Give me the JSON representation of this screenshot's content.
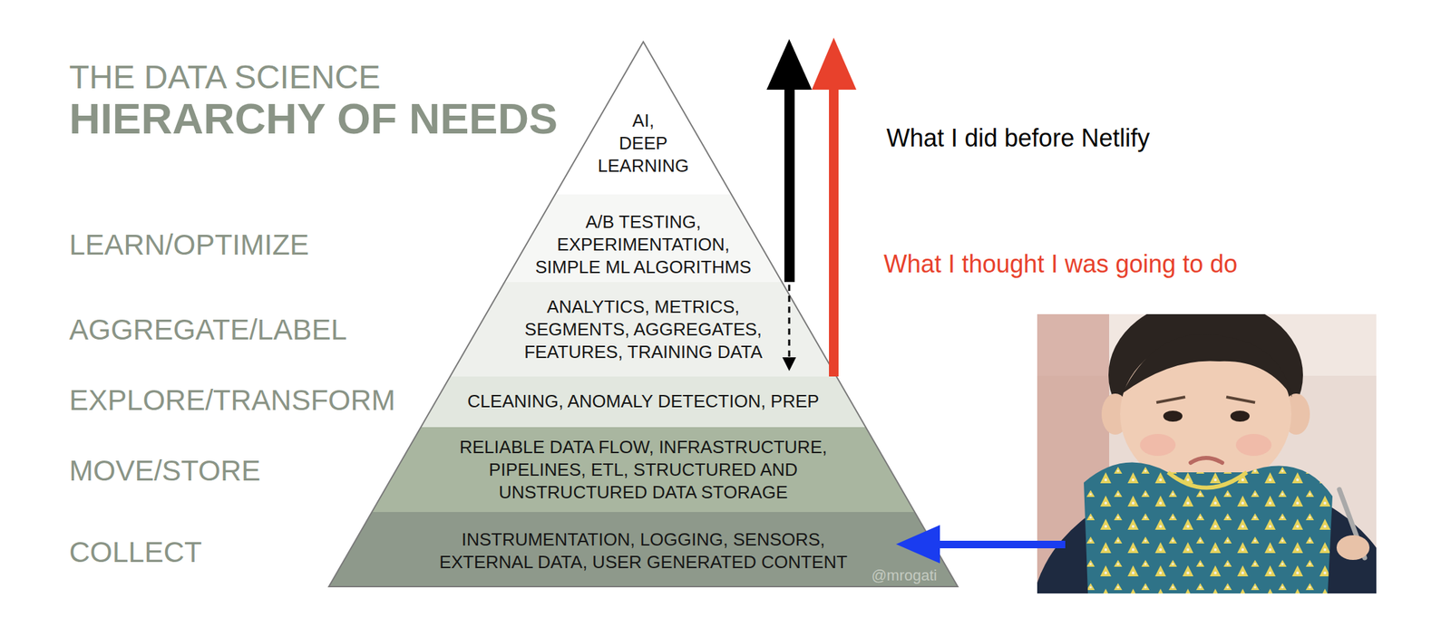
{
  "diagram": {
    "title": "THE DATA SCIENCE HIERARCHY OF NEEDS",
    "nodes": [
      {
        "text": [
          "AI, DEEP LEARNING"
        ]
      },
      {
        "text": [
          "A/B TESTING, EXPERIMENTATION, SIMPLE ML ALGORITHMS"
        ]
      },
      {
        "text": [
          "ANALYTICS, METRICS, SEGMENTS, AGGREGATES, FEATURES, TRAINING DATA"
        ]
      },
      {
        "text": [
          "CLEANING, ANOMALY DETECTION, PREP"
        ]
      },
      {
        "text": [
          "RELIABLE DATA FLOW, INFRASTRUCTURE, PIPELINES, ETL, STRUCTURED AND UNSTRUCTURED DATA STORAGE"
        ]
      },
      {
        "text": [
          "INSTRUMENTATION, LOGGING, SENSORS, EXTERNAL DATA, USER GENERATED CONTENT"
        ]
      }
    ],
    "labels": [
      "LEARN/OPTIMIZE",
      "AGGREGATE/LABEL",
      "EXPLORE/TRANSFORM",
      "MOVE/STORE",
      "COLLECT",
      "What I did before Netlify",
      "What I thought I was going to do",
      "@mrogati"
    ]
  }
}
